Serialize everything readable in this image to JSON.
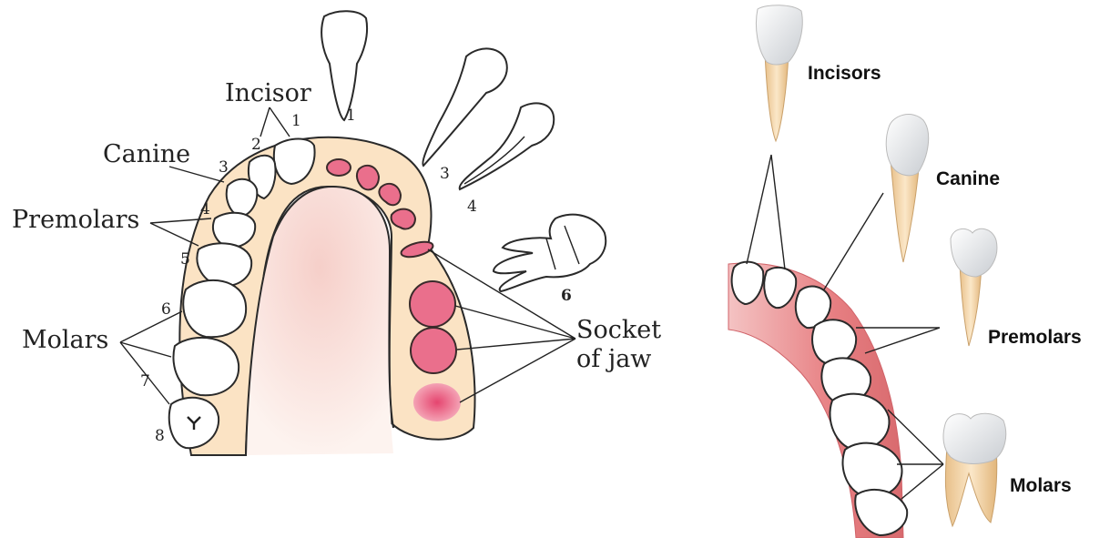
{
  "left_diagram": {
    "labels": {
      "incisor": "Incisor",
      "canine": "Canine",
      "premolars": "Premolars",
      "molars": "Molars",
      "socket_line1": "Socket",
      "socket_line2": "of jaw"
    },
    "tooth_numbers": {
      "n1": "1",
      "n2": "2",
      "n3": "3",
      "n4": "4",
      "n5": "5",
      "n6": "6",
      "n7": "7",
      "n8": "8",
      "loose1": "1",
      "loose3": "3",
      "loose4": "4",
      "loose6": "6"
    }
  },
  "right_diagram": {
    "labels": {
      "incisors": "Incisors",
      "canine": "Canine",
      "premolars": "Premolars",
      "molars": "Molars"
    }
  }
}
